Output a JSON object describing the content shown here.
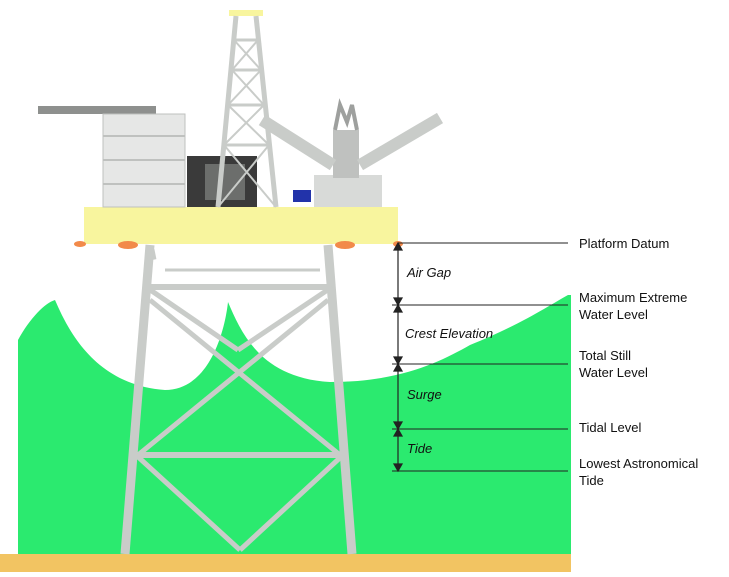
{
  "diagram": {
    "levels": [
      {
        "id": "platform-datum",
        "lines": [
          "Platform Datum"
        ]
      },
      {
        "id": "maximum-extreme-water-level",
        "lines": [
          "Maximum Extreme",
          "Water Level"
        ]
      },
      {
        "id": "total-still-water-level",
        "lines": [
          "Total Still",
          "Water Level"
        ]
      },
      {
        "id": "tidal-level",
        "lines": [
          "Tidal Level"
        ]
      },
      {
        "id": "lowest-astronomical-tide",
        "lines": [
          "Lowest Astronomical",
          "Tide"
        ]
      }
    ],
    "zones": [
      {
        "id": "air-gap",
        "label": "Air Gap"
      },
      {
        "id": "crest-elevation",
        "label": "Crest Elevation"
      },
      {
        "id": "surge",
        "label": "Surge"
      },
      {
        "id": "tide",
        "label": "Tide"
      }
    ],
    "colors": {
      "water": "#2bea6f",
      "seabed": "#f2c462",
      "deck": "#f8f59e",
      "structure": "#c9ccc9",
      "fender": "#f28a4a",
      "rig_dark": "#3a3a3a",
      "line": "#222222"
    }
  }
}
